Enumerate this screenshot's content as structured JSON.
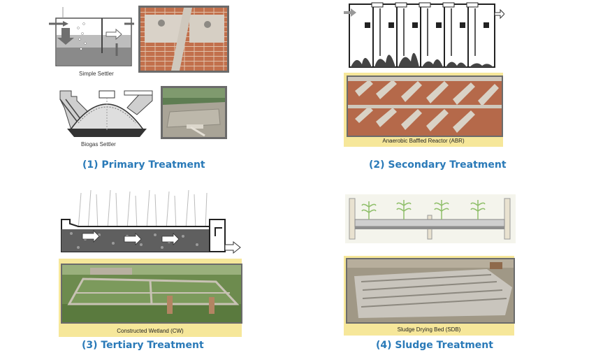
{
  "panels": {
    "primary": {
      "heading": "(1) Primary Treatment",
      "simple_settler_label": "Simple Settler",
      "biogas_settler_label": "Biogas Settler"
    },
    "secondary": {
      "heading": "(2) Secondary Treatment",
      "abr_label": "Anaerobic Baffled Reactor (ABR)"
    },
    "tertiary": {
      "heading": "(3) Tertiary Treatment",
      "cw_label": "Constructed Wetland (CW)"
    },
    "sludge": {
      "heading": "(4) Sludge Treatment",
      "sdb_label": "Sludge Drying Bed (SDB)"
    }
  },
  "colors": {
    "heading_blue": "#2a7ab8",
    "caption_band": "#f6e79a",
    "photo_frame": "#6b6b6b"
  }
}
